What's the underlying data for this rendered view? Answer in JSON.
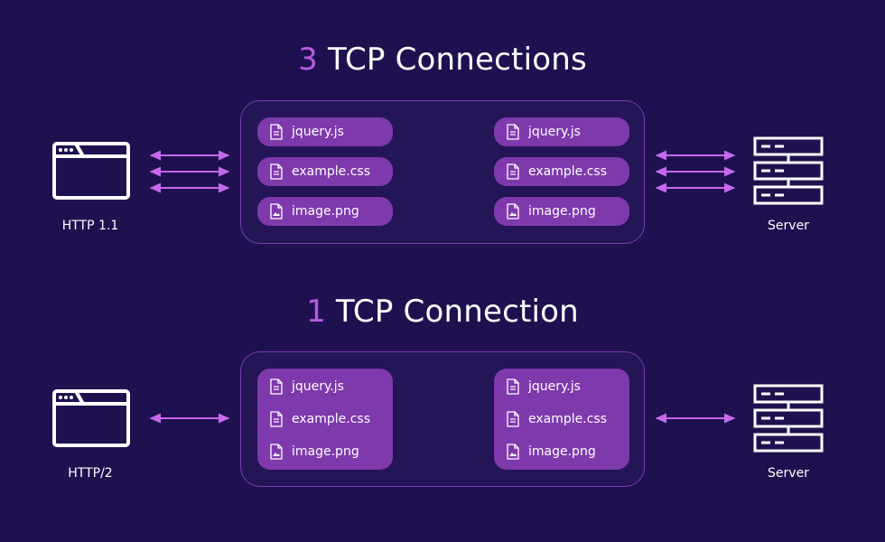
{
  "colors": {
    "background": "#1f1150",
    "accent": "#b45ce0",
    "pill": "#7e39ac",
    "panel_border": "#7b3bb1",
    "icon": "#ffffff"
  },
  "top": {
    "title_number": "3",
    "title_text": "TCP Connections",
    "client_label": "HTTP 1.1",
    "server_label": "Server",
    "client_files": [
      "jquery.js",
      "example.css",
      "image.png"
    ],
    "server_files": [
      "jquery.js",
      "example.css",
      "image.png"
    ],
    "file_icons": [
      "file-icon",
      "file-icon",
      "image-file-icon"
    ]
  },
  "bottom": {
    "title_number": "1",
    "title_text": "TCP Connection",
    "client_label": "HTTP/2",
    "server_label": "Server",
    "client_files": [
      "jquery.js",
      "example.css",
      "image.png"
    ],
    "server_files": [
      "jquery.js",
      "example.css",
      "image.png"
    ],
    "file_icons": [
      "file-icon",
      "file-icon",
      "image-file-icon"
    ]
  }
}
